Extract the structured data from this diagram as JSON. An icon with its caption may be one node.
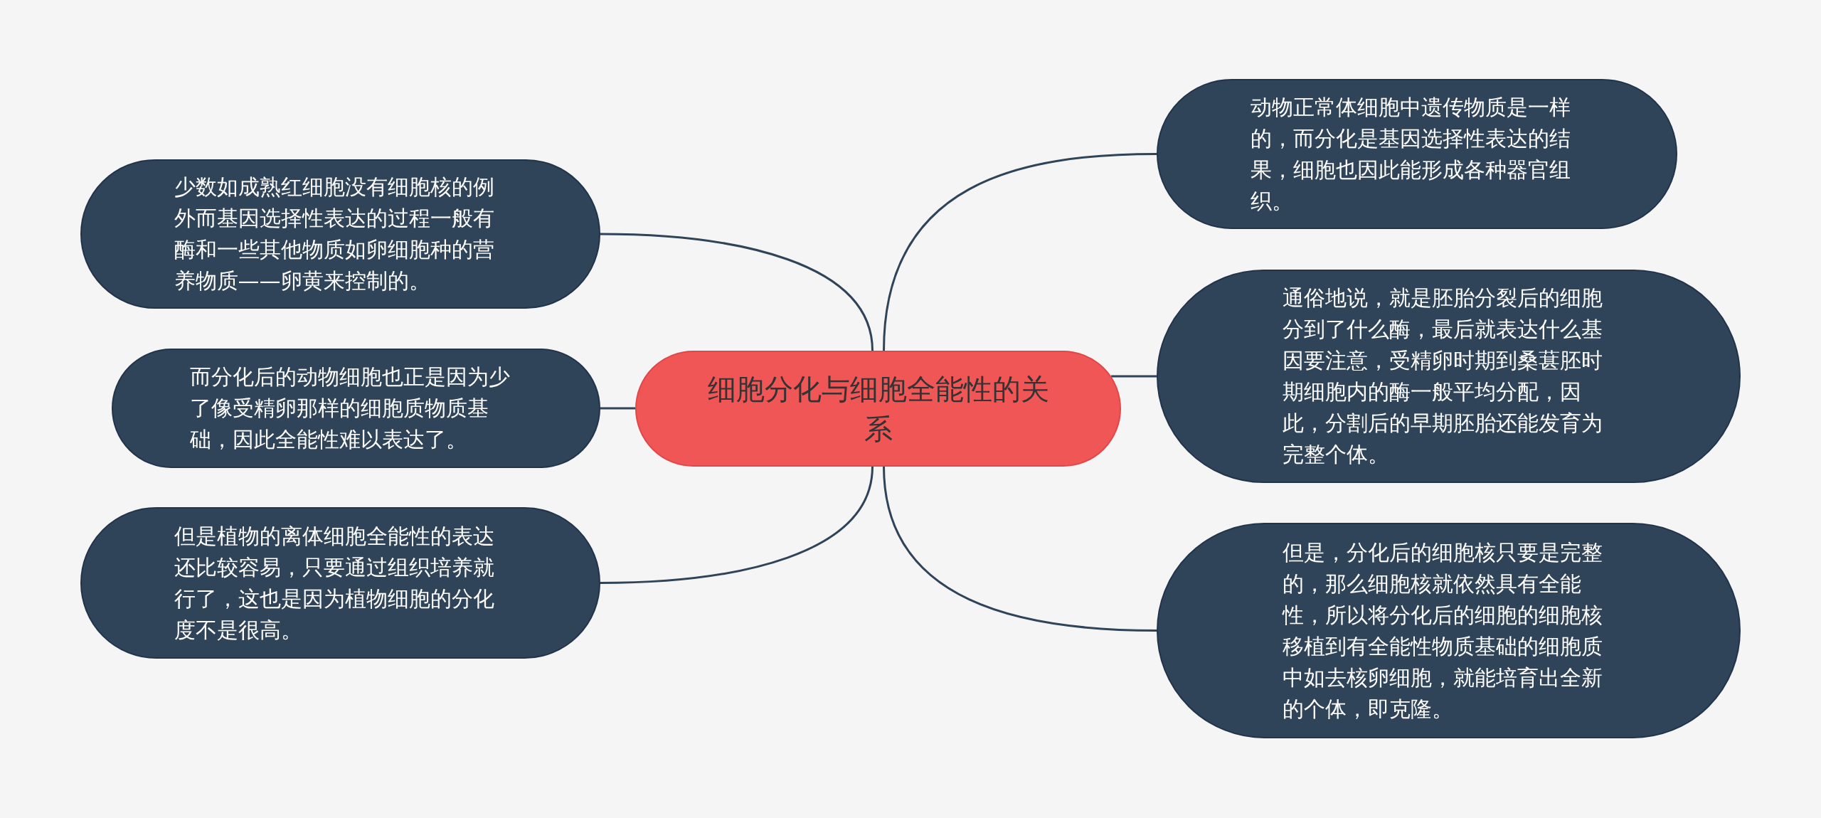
{
  "diagram": {
    "nodes": [
      {
        "text": [
          "细胞分化与细胞全能性的关系"
        ]
      },
      {
        "text": [
          "少数如成熟红细胞没有细胞核的例外而基因选择性表达的过程一般有酶和一些其他物质如卵细胞种的营养物质——卵黄来控制的。"
        ]
      },
      {
        "text": [
          "而分化后的动物细胞也正是因为少了像受精卵那样的细胞质物质基础，因此全能性难以表达了。"
        ]
      },
      {
        "text": [
          "但是植物的离体细胞全能性的表达还比较容易，只要通过组织培养就行了，这也是因为植物细胞的分化度不是很高。"
        ]
      },
      {
        "text": [
          "动物正常体细胞中遗传物质是一样的，而分化是基因选择性表达的结果，细胞也因此能形成各种器官组织。"
        ]
      },
      {
        "text": [
          "通俗地说，就是胚胎分裂后的细胞分到了什么酶，最后就表达什么基因要注意，受精卵时期到桑葚胚时期细胞内的酶一般平均分配，因此，分割后的早期胚胎还能发育为完整个体。"
        ]
      },
      {
        "text": [
          "但是，分化后的细胞核只要是完整的，那么细胞核就依然具有全能性，所以将分化后的细胞的细胞核移植到有全能性物质基础的细胞质中如去核卵细胞，就能培育出全新的个体，即克隆。"
        ]
      }
    ],
    "edges": [
      {
        "from": 0,
        "to": 1,
        "arrow": "none"
      },
      {
        "from": 0,
        "to": 2,
        "arrow": "none"
      },
      {
        "from": 0,
        "to": 3,
        "arrow": "none"
      },
      {
        "from": 0,
        "to": 4,
        "arrow": "none"
      },
      {
        "from": 0,
        "to": 5,
        "arrow": "none"
      },
      {
        "from": 0,
        "to": 6,
        "arrow": "none"
      }
    ]
  }
}
